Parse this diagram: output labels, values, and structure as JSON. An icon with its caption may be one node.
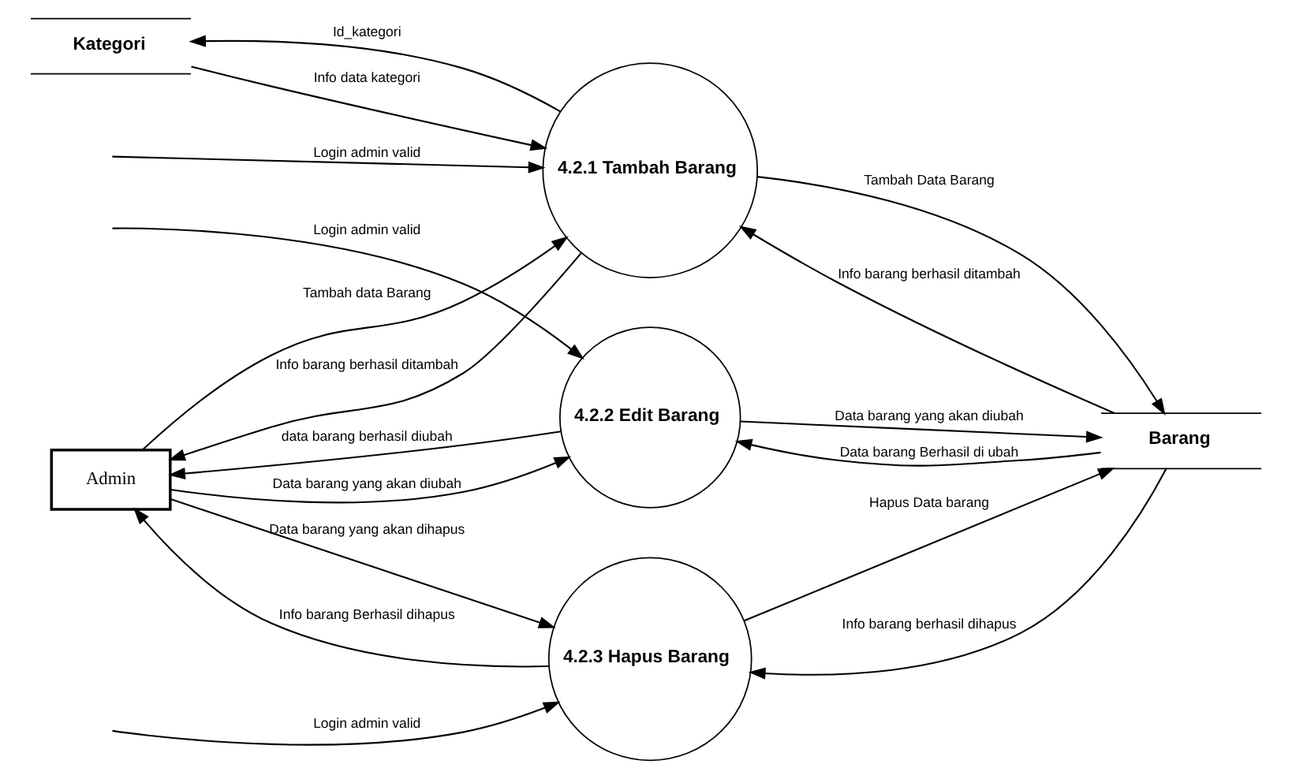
{
  "diagram": {
    "nodes": [
      {
        "text": [
          "Kategori"
        ]
      },
      {
        "text": [
          "4.2.1 Tambah Barang"
        ]
      },
      {
        "text": [
          "Admin"
        ]
      },
      {
        "text": [
          "4.2.2 Edit Barang"
        ]
      },
      {
        "text": [
          "Barang"
        ]
      },
      {
        "text": [
          "4.2.3 Hapus Barang"
        ]
      }
    ],
    "edges": [
      {
        "from": 1,
        "to": 0,
        "arrow": "to",
        "label": "Id_kategori"
      },
      {
        "from": 0,
        "to": 1,
        "arrow": "to",
        "label": "Info data kategori"
      },
      {
        "from": null,
        "to": 1,
        "arrow": "to",
        "label": "Login admin valid"
      },
      {
        "from": 2,
        "to": 1,
        "arrow": "to",
        "label": "Tambah data Barang"
      },
      {
        "from": 1,
        "to": 2,
        "arrow": "to",
        "label": "Info barang berhasil ditambah"
      },
      {
        "from": 1,
        "to": 4,
        "arrow": "to",
        "label": "Tambah Data Barang"
      },
      {
        "from": 4,
        "to": 1,
        "arrow": "to",
        "label": "Info barang berhasil ditambah"
      },
      {
        "from": 3,
        "to": 2,
        "arrow": "to",
        "label": "data barang berhasil diubah"
      },
      {
        "from": null,
        "to": 3,
        "arrow": "to",
        "label": "Login admin valid"
      },
      {
        "from": 2,
        "to": 3,
        "arrow": "to",
        "label": "Data barang yang akan diubah"
      },
      {
        "from": 3,
        "to": 4,
        "arrow": "to",
        "label": "Data barang yang akan diubah"
      },
      {
        "from": 4,
        "to": 3,
        "arrow": "to",
        "label": "Data barang Berhasil di ubah"
      },
      {
        "from": null,
        "to": 5,
        "arrow": "to",
        "label": "Login admin valid"
      },
      {
        "from": 2,
        "to": 5,
        "arrow": "to",
        "label": "Data barang yang akan dihapus"
      },
      {
        "from": 5,
        "to": 2,
        "arrow": "to",
        "label": "Info barang Berhasil dihapus"
      },
      {
        "from": 4,
        "to": 5,
        "arrow": "to",
        "label": "Info barang berhasil dihapus"
      },
      {
        "from": 5,
        "to": 4,
        "arrow": "to",
        "label": "Hapus Data barang"
      }
    ]
  }
}
